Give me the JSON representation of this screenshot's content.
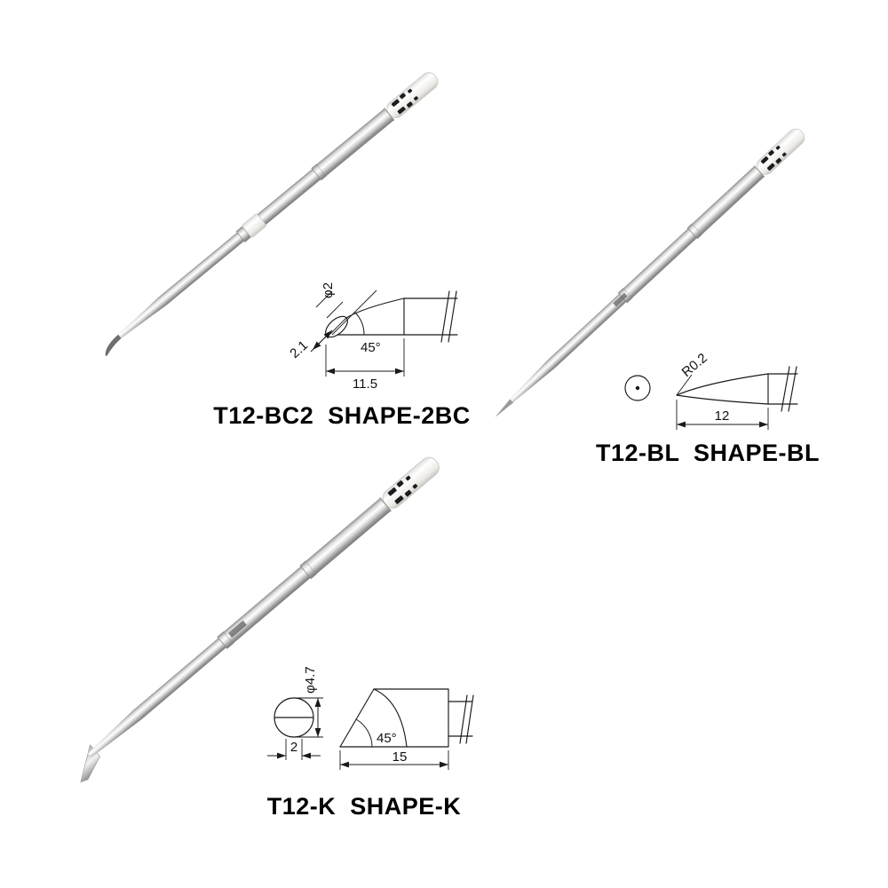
{
  "colors": {
    "background": "#ffffff",
    "drawing_line": "#1a1a1a",
    "label_text": "#000000"
  },
  "products": [
    {
      "model": "T12-BC2",
      "shape": "SHAPE-2BC",
      "label": "T12-BC2  SHAPE-2BC",
      "dimensions": {
        "tip_diameter": "φ2",
        "face_width": "2.1",
        "bevel_angle": "45°",
        "tip_length": "11.5"
      }
    },
    {
      "model": "T12-BL",
      "shape": "SHAPE-BL",
      "label": "T12-BL  SHAPE-BL",
      "dimensions": {
        "tip_radius": "R0.2",
        "tip_length": "12"
      }
    },
    {
      "model": "T12-K",
      "shape": "SHAPE-K",
      "label": "T12-K  SHAPE-K",
      "dimensions": {
        "tip_diameter": "φ4.7",
        "edge_width": "2",
        "blade_angle": "45°",
        "blade_length": "15"
      }
    }
  ]
}
